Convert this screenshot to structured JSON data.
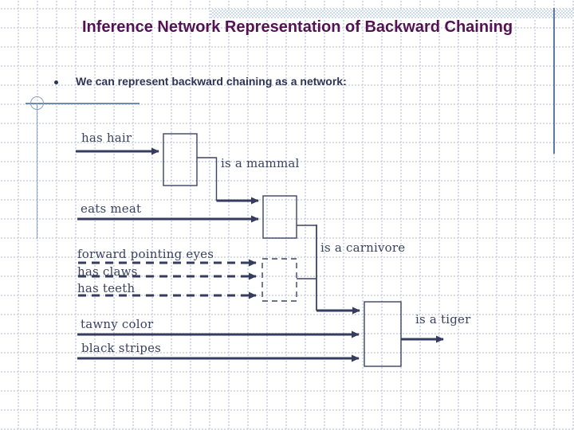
{
  "slide": {
    "title": "Inference Network Representation of Backward Chaining",
    "bullet_text": "We can represent backward chaining as a network:"
  },
  "network": {
    "labels": {
      "has_hair": "has hair",
      "is_a_mammal": "is a mammal",
      "eats_meat": "eats meat",
      "forward_pointing_eyes": "forward pointing eyes",
      "has_claws": "has claws",
      "has_teeth": "has teeth",
      "is_a_carnivore": "is a carnivore",
      "tawny_color": "tawny color",
      "black_stripes": "black stripes",
      "is_a_tiger": "is a tiger"
    }
  },
  "colors": {
    "title_text": "#541254",
    "bullet_text": "#2e3456",
    "diagram_line": "#363c5e",
    "label_text": "#3a4161",
    "ornament_blue": "#7289ae",
    "band_blue": "#ccdaeb",
    "grid_dot": "#c9d3e3",
    "right_rule_blue": "#5f77a3"
  }
}
